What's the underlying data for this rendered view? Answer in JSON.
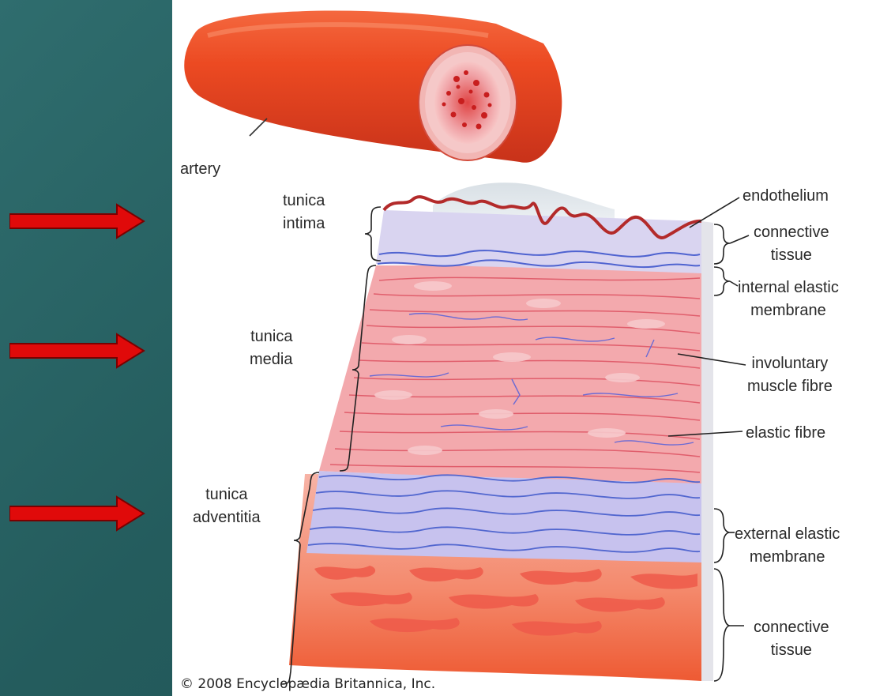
{
  "arrows": {
    "color": "#e00a0a"
  },
  "diagram": {
    "labels": {
      "artery": "artery",
      "tunica_intima": "tunica\nintima",
      "tunica_media": "tunica\nmedia",
      "tunica_adventitia": "tunica\nadventitia",
      "endothelium": "endothelium",
      "connective_tissue_top": "connective\ntissue",
      "internal_elastic_membrane": "internal elastic\nmembrane",
      "involuntary_muscle_fibre": "involuntary\nmuscle fibre",
      "elastic_fibre": "elastic fibre",
      "external_elastic_membrane": "external elastic\nmembrane",
      "connective_tissue_bottom": "connective\ntissue"
    },
    "copyright": "© 2008 Encyclopædia Britannica, Inc."
  }
}
